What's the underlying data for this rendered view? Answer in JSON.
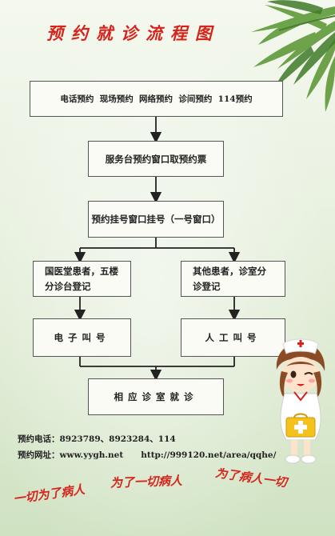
{
  "title": "预约就诊流程图",
  "steps": {
    "booking_methods": "电话预约  现场预约  网络预约  诊间预约  114预约",
    "get_ticket": "服务台预约窗口取预约票",
    "register": "预约挂号窗口挂号（一号窗口）",
    "tcm_patients": "国医堂患者，五楼分诊台登记",
    "other_patients": "其他患者，诊室分诊登记",
    "electronic_call": "电子叫号",
    "manual_call": "人工叫号",
    "consult": "相应诊室就诊"
  },
  "info": {
    "phone_label": "预约电话：",
    "phone_value": "8923789、8923284、114",
    "web_label": "预约网址：",
    "web_value": "www.yygh.net",
    "web_value2": "http://999120.net/area/qqhe/"
  },
  "slogan": [
    "一切为了病人",
    "为了一切病人",
    "为了病人一切"
  ],
  "colors": {
    "title": "#d5241c",
    "slogan": "#d5241c",
    "line": "#222222",
    "background": "#e6f0dc"
  },
  "decorations": [
    "bamboo-leaves",
    "nurse-cartoon"
  ]
}
